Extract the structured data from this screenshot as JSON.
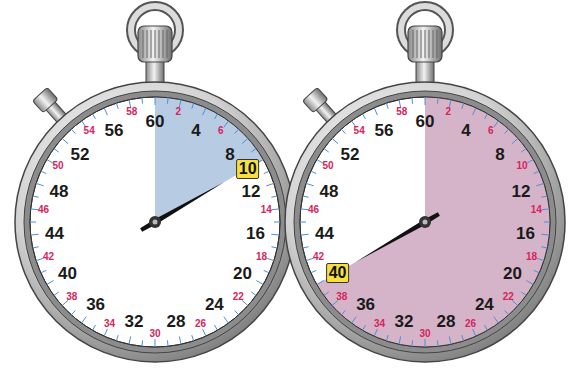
{
  "diagram": {
    "labels": [
      "60",
      "2",
      "4",
      "6",
      "8",
      "10",
      "12",
      "14",
      "16",
      "18",
      "20",
      "22",
      "24",
      "26",
      "28",
      "30",
      "32",
      "34",
      "36",
      "38",
      "40",
      "42",
      "44",
      "46",
      "48",
      "50",
      "52",
      "54",
      "56",
      "58",
      "60",
      "2",
      "4",
      "6",
      "8",
      "10",
      "12",
      "14",
      "16",
      "18",
      "20",
      "22",
      "24",
      "26",
      "28",
      "30",
      "32",
      "34",
      "36",
      "38",
      "40",
      "42",
      "44",
      "46",
      "48",
      "50",
      "52",
      "54",
      "56",
      "58"
    ]
  }
}
